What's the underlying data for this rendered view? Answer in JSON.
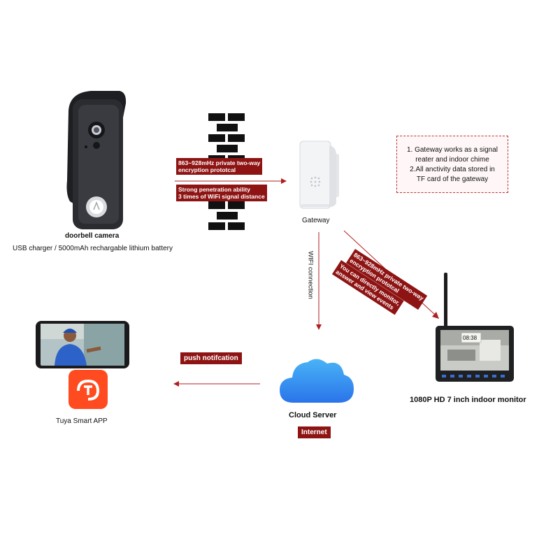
{
  "doorbell": {
    "title": "doorbell camera",
    "subtitle": "USB charger / 5000mAh  rechargable lithium battery"
  },
  "link_doorbell_gateway": {
    "line1": "863~928mHz private two-way",
    "line2": "encryption prototcal",
    "line3": "Strong penetration ability",
    "line4": "3 times of WiFi signal distance"
  },
  "gateway": {
    "title": "Gateway"
  },
  "gateway_note": {
    "line1": "1. Gateway works as a signal",
    "line2": "reater and indoor chime",
    "line3": "2.All anctivity data stored in",
    "line4": "TF card of the gateway"
  },
  "link_gateway_cloud": {
    "label": "WIFI connection"
  },
  "link_gateway_monitor": {
    "line1": "863~928mHz private two-way",
    "line2": "encryption prototcal",
    "line3": "You can directly monitor,",
    "line4": "answer and view events"
  },
  "monitor": {
    "title": "1080P HD  7 inch indoor monitor",
    "clock": "08:38"
  },
  "cloud": {
    "title": "Cloud Server",
    "badge": "Internet"
  },
  "link_cloud_app": {
    "label": "push notifcation"
  },
  "app": {
    "title": "Tuya Smart APP"
  },
  "colors": {
    "accent": "#8e1414",
    "arrow": "#b02020",
    "cloud": "#3a8ef0"
  }
}
